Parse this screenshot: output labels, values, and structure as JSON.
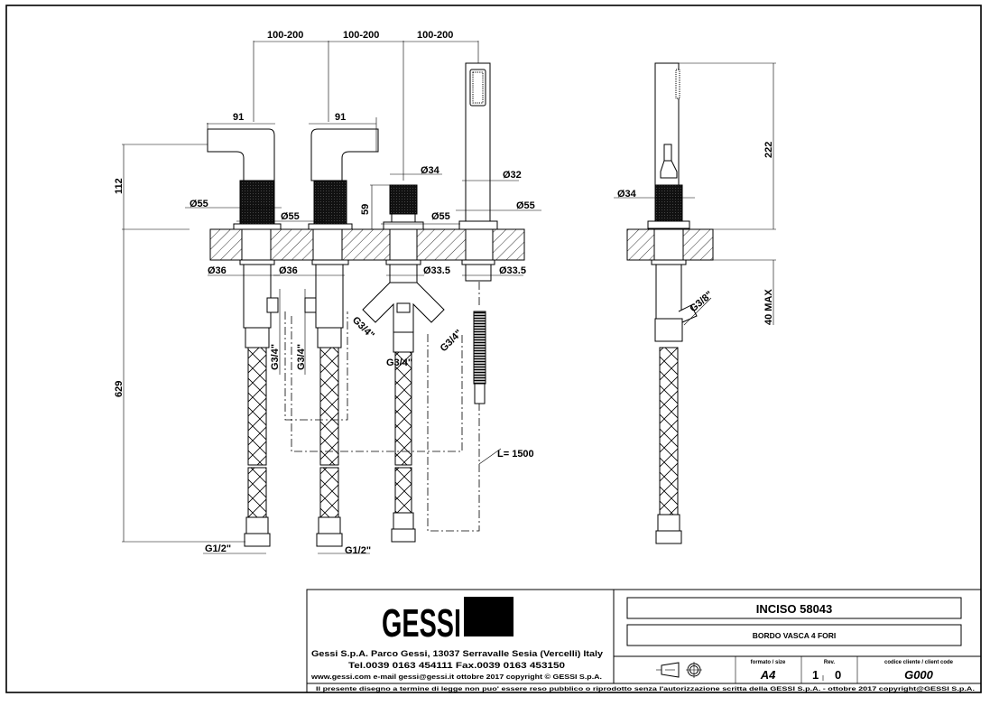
{
  "drawing": {
    "spacing_labels": [
      "100-200",
      "100-200",
      "100-200"
    ],
    "handle_widths": [
      "91",
      "91"
    ],
    "heights": {
      "total_height_handle": "112",
      "knob_height": "59",
      "hose_length_vertical": "629",
      "shower_height": "222",
      "under_deck_max": "40 MAX"
    },
    "diameters": {
      "flange_1": "Ø55",
      "flange_2": "Ø55",
      "flange_3": "Ø55",
      "flange_4": "Ø55",
      "knob_diverter": "Ø34",
      "shower_handle": "Ø32",
      "shank_1": "Ø36",
      "shank_2": "Ø36",
      "shank_3": "Ø33.5",
      "shank_4": "Ø33.5",
      "side_knob": "Ø34"
    },
    "threads": {
      "valve_1": "G3/4\"",
      "valve_2": "G3/4\"",
      "diverter_left": "G3/4\"",
      "diverter_right": "G3/4\"",
      "diverter_bottom": "G3/4\"",
      "inlet_1": "G1/2\"",
      "inlet_2": "G1/2\"",
      "side_outlet": "G3/8\""
    },
    "shower_hose_length": "L= 1500"
  },
  "title_block": {
    "logo_text": "GESSI",
    "company_line": "Gessi S.p.A. Parco Gessi, 13037 Serravalle Sesia (Vercelli) Italy",
    "contact_line": "Tel.0039 0163 454111 Fax.0039 0163 453150",
    "web_line": "www.gessi.com  e-mail  gessi@gessi.it    ottobre  2017    copyright © GESSI  S.p.A.",
    "product_name": "INCISO  58043",
    "product_description": "BORDO VASCA 4 FORI",
    "format_label": "formato / size",
    "format_value": "A4",
    "rev_label": "Rev.",
    "rev_major": "1",
    "rev_minor": "0",
    "client_code_label": "codice cliente / client code",
    "client_code_value": "G000",
    "legal_notice": "Il presente disegno a termine di legge non puo' essere reso pubblico o riprodotto senza l'autorizzazione scritta della GESSI S.p.A. - ottobre 2017  copyright@GESSI S.p.A."
  }
}
